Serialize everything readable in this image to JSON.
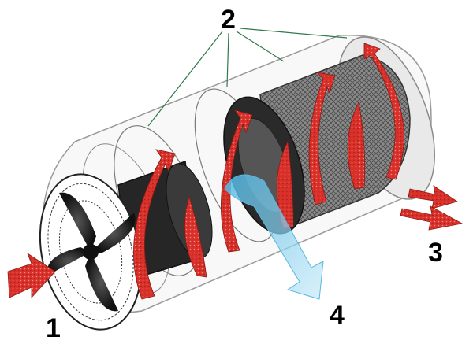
{
  "callouts": [
    {
      "id": "inlet",
      "label": "1"
    },
    {
      "id": "swirl-blades",
      "label": "2"
    },
    {
      "id": "outlet",
      "label": "3"
    },
    {
      "id": "dust-outlet",
      "label": "4"
    }
  ],
  "colors": {
    "airflow_arrow": "#d9302a",
    "dust_flow": "#7fd0ee",
    "leader_line": "#2f7a4a",
    "housing": "#c8c8c8",
    "fan_dark": "#1e1e1e"
  },
  "icons": [
    "fan-icon",
    "filter-cartridge-icon",
    "cylinder-housing-icon"
  ]
}
